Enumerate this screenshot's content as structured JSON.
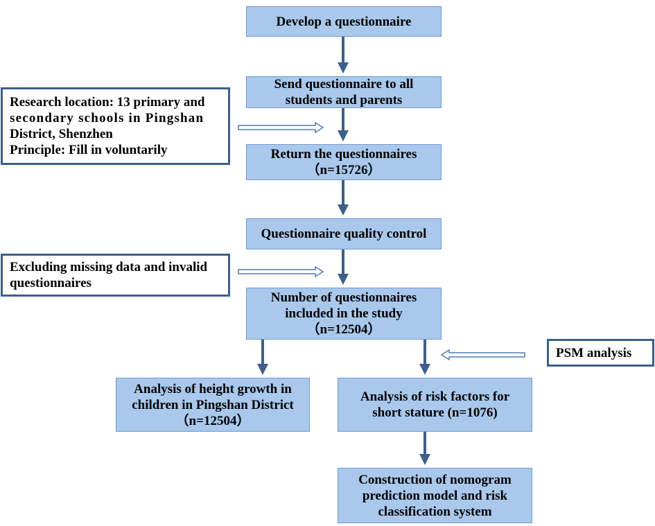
{
  "boxes": {
    "develop": [
      "Develop a questionnaire"
    ],
    "send": [
      "Send questionnaire to all",
      "students and parents"
    ],
    "return": [
      "Return the questionnaires",
      "（n=15726）"
    ],
    "quality": [
      "Questionnaire quality control"
    ],
    "included": [
      "Number of questionnaires",
      "included in the study",
      "（n=12504）"
    ],
    "height": [
      "Analysis of height growth in",
      "children in Pingshan District",
      "（n=12504）"
    ],
    "risk": [
      "Analysis of risk factors for",
      "short stature (n=1076)"
    ],
    "nomogram": [
      "Construction of nomogram",
      "prediction model and risk",
      "classification  system"
    ]
  },
  "notes": {
    "research": [
      "Research location: 13 primary and",
      "secondary schools in Pingshan",
      "District, Shenzhen",
      "Principle: Fill in voluntarily"
    ],
    "excluding": [
      "Excluding missing data and invalid",
      "questionnaires"
    ],
    "psm": [
      "PSM analysis"
    ]
  },
  "colors": {
    "box_fill": "#a9c8ec",
    "box_border": "#6e9bd0",
    "note_border": "#3d5f8a",
    "arrow": "#3d5f8a"
  }
}
